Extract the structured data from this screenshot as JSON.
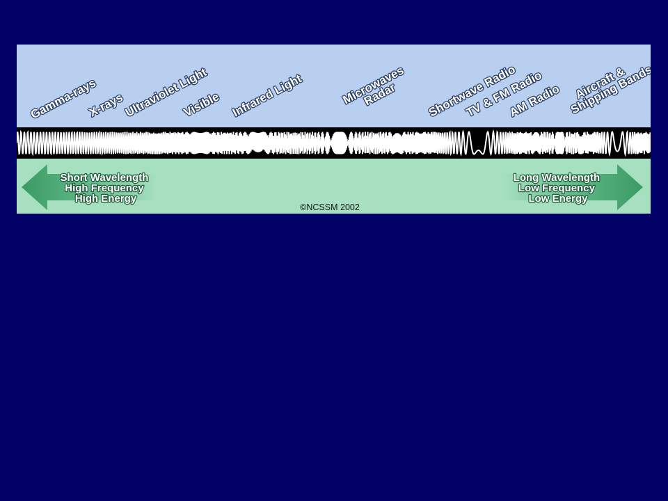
{
  "band_labels": [
    "Gamma-rays",
    "X-rays",
    "Ultraviolet Light",
    "Visible",
    "Infrared Light",
    [
      "Microwaves",
      "Radar"
    ],
    "Shortwave Radio",
    "TV & FM Radio",
    "AM Radio",
    [
      "Aircraft &",
      "Shipping Bands"
    ]
  ],
  "left_arrow": {
    "line1": "Short Wavelength",
    "line2": "High Frequency",
    "line3": "High Energy"
  },
  "right_arrow": {
    "line1": "Long Wavelength",
    "line2": "Low Frequency",
    "line3": "Low Energy"
  },
  "copyright": "©NCSSM 2002",
  "colors": {
    "slide_background": "#000066",
    "label_band": "#b8cff0",
    "wave_band": "#000000",
    "wave_line": "#ffffff",
    "arrow_band": "#a6e0c0",
    "arrow_fill": "#3c9a64"
  }
}
